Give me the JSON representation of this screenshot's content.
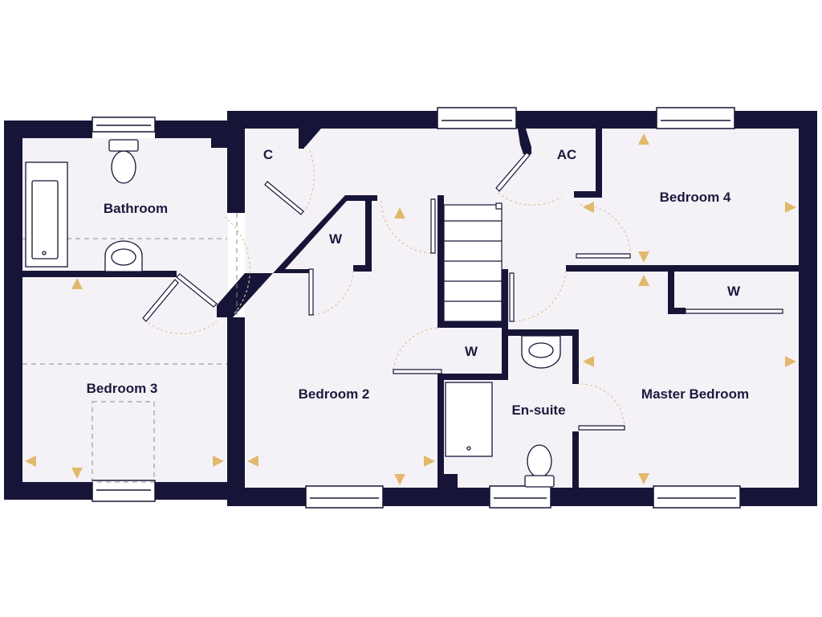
{
  "colors": {
    "wall": "#171537",
    "floor": "#f5f2f7",
    "arrow": "#e2b96b",
    "swing": "#d8c7a0",
    "dash": "#8a8a8a",
    "label": "#1b1a3d"
  },
  "rooms": {
    "bathroom": "Bathroom",
    "bedroom3": "Bedroom 3",
    "bedroom2": "Bedroom 2",
    "bedroom4": "Bedroom 4",
    "master": "Master Bedroom",
    "ensuite": "En-suite",
    "cupboard": "C",
    "airing": "AC",
    "wardrobe_bed2": "W",
    "wardrobe_landing": "W",
    "wardrobe_master": "W"
  },
  "icons": [
    "arrow-up-icon",
    "arrow-down-icon",
    "arrow-left-icon",
    "arrow-right-icon",
    "toilet-icon",
    "sink-icon",
    "bath-icon",
    "shower-icon",
    "stairs-icon",
    "window-icon",
    "door-swing-icon"
  ]
}
